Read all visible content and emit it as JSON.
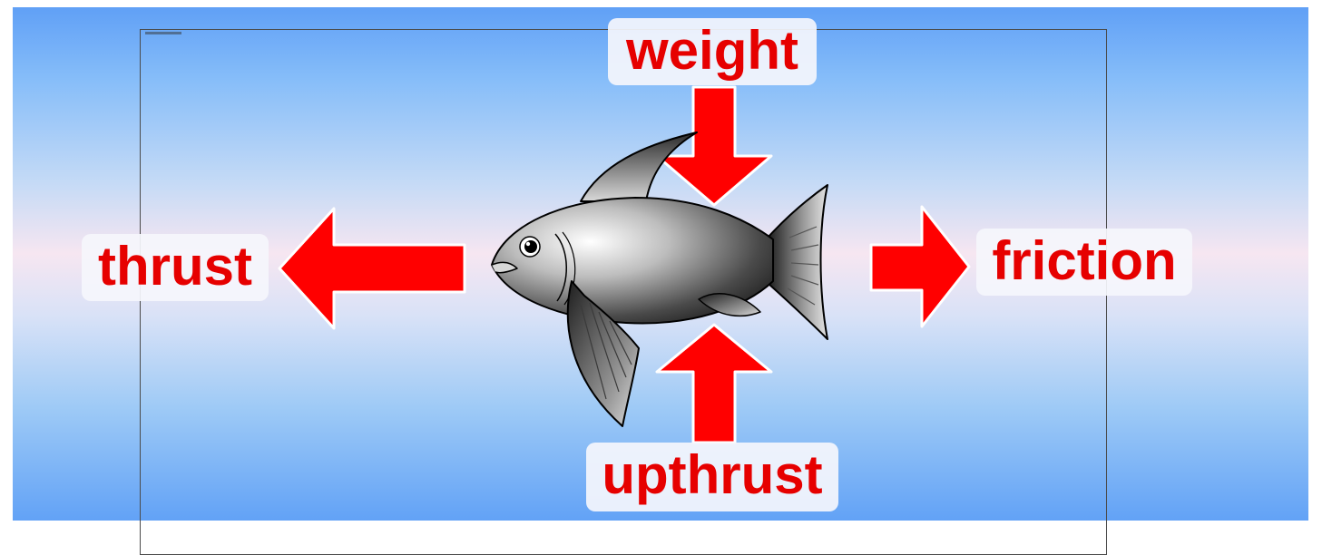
{
  "forces": {
    "weight": "weight",
    "upthrust": "upthrust",
    "thrust": "thrust",
    "friction": "friction"
  },
  "colors": {
    "arrow": "#ff0000",
    "label_text": "#e60000",
    "label_background": "#f5f6fc"
  },
  "icons": {
    "subject": "fish-icon"
  }
}
